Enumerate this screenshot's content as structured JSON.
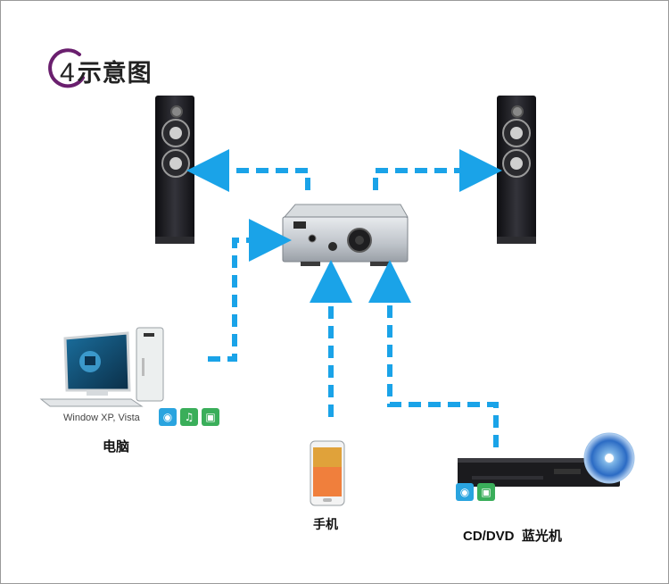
{
  "title": {
    "number": "4",
    "text": "示意图",
    "accent_color": "#6a1f6e"
  },
  "labels": {
    "computer_os": "Window XP, Vista",
    "computer": "电脑",
    "phone": "手机",
    "player": "CD/DVD  蓝光机"
  },
  "badges": {
    "computer": [
      "camera-icon",
      "music-note-icon",
      "film-frame-icon"
    ],
    "player": [
      "camera-icon",
      "film-frame-icon"
    ]
  },
  "colors": {
    "arrow": "#1aa3e8",
    "speaker_body": "#1d1d22",
    "amplifier_body": "#c9cdd2"
  }
}
